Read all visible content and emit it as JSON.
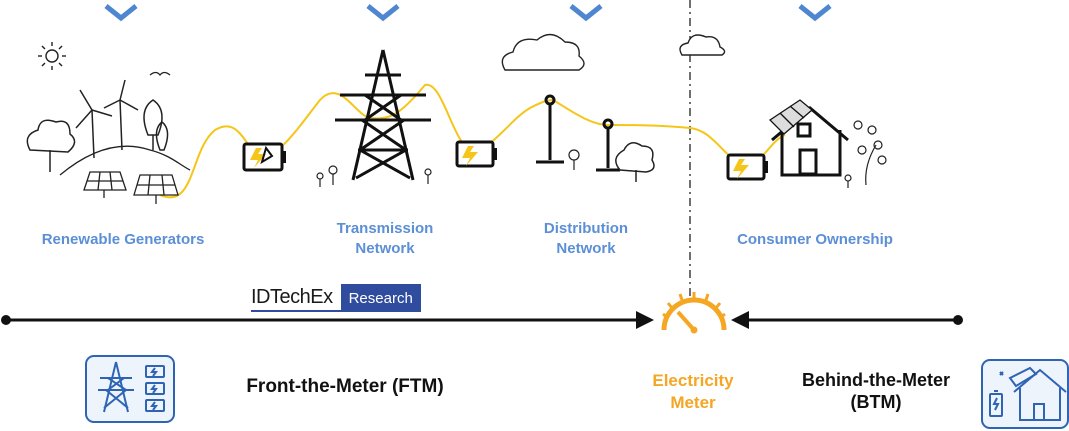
{
  "stages": [
    {
      "id": "renewable",
      "label": "Renewable Generators"
    },
    {
      "id": "transmission",
      "label": "Transmission\nNetwork"
    },
    {
      "id": "distribution",
      "label": "Distribution\nNetwork"
    },
    {
      "id": "consumer",
      "label": "Consumer Ownership"
    }
  ],
  "logo": {
    "brand": "IDTechEx",
    "suffix": "Research"
  },
  "ftm_label": "Front-the-Meter (FTM)",
  "btm_label": "Behind-the-Meter\n(BTM)",
  "meter_label": "Electricity\nMeter",
  "colors": {
    "accent_blue": "#5b8fd6",
    "wire_yellow": "#f5c518",
    "meter_orange": "#f5a623",
    "dark_blue": "#2f4c9e",
    "line": "#111111"
  },
  "icons": [
    "chevron-down-icon",
    "sun-icon",
    "wind-turbine-icon",
    "tree-icon",
    "solar-panel-icon",
    "battery-icon",
    "pylon-icon",
    "cloud-icon",
    "street-lamp-icon",
    "flower-icon",
    "house-solar-icon",
    "meter-gauge-icon",
    "ftm-icon",
    "btm-icon"
  ]
}
